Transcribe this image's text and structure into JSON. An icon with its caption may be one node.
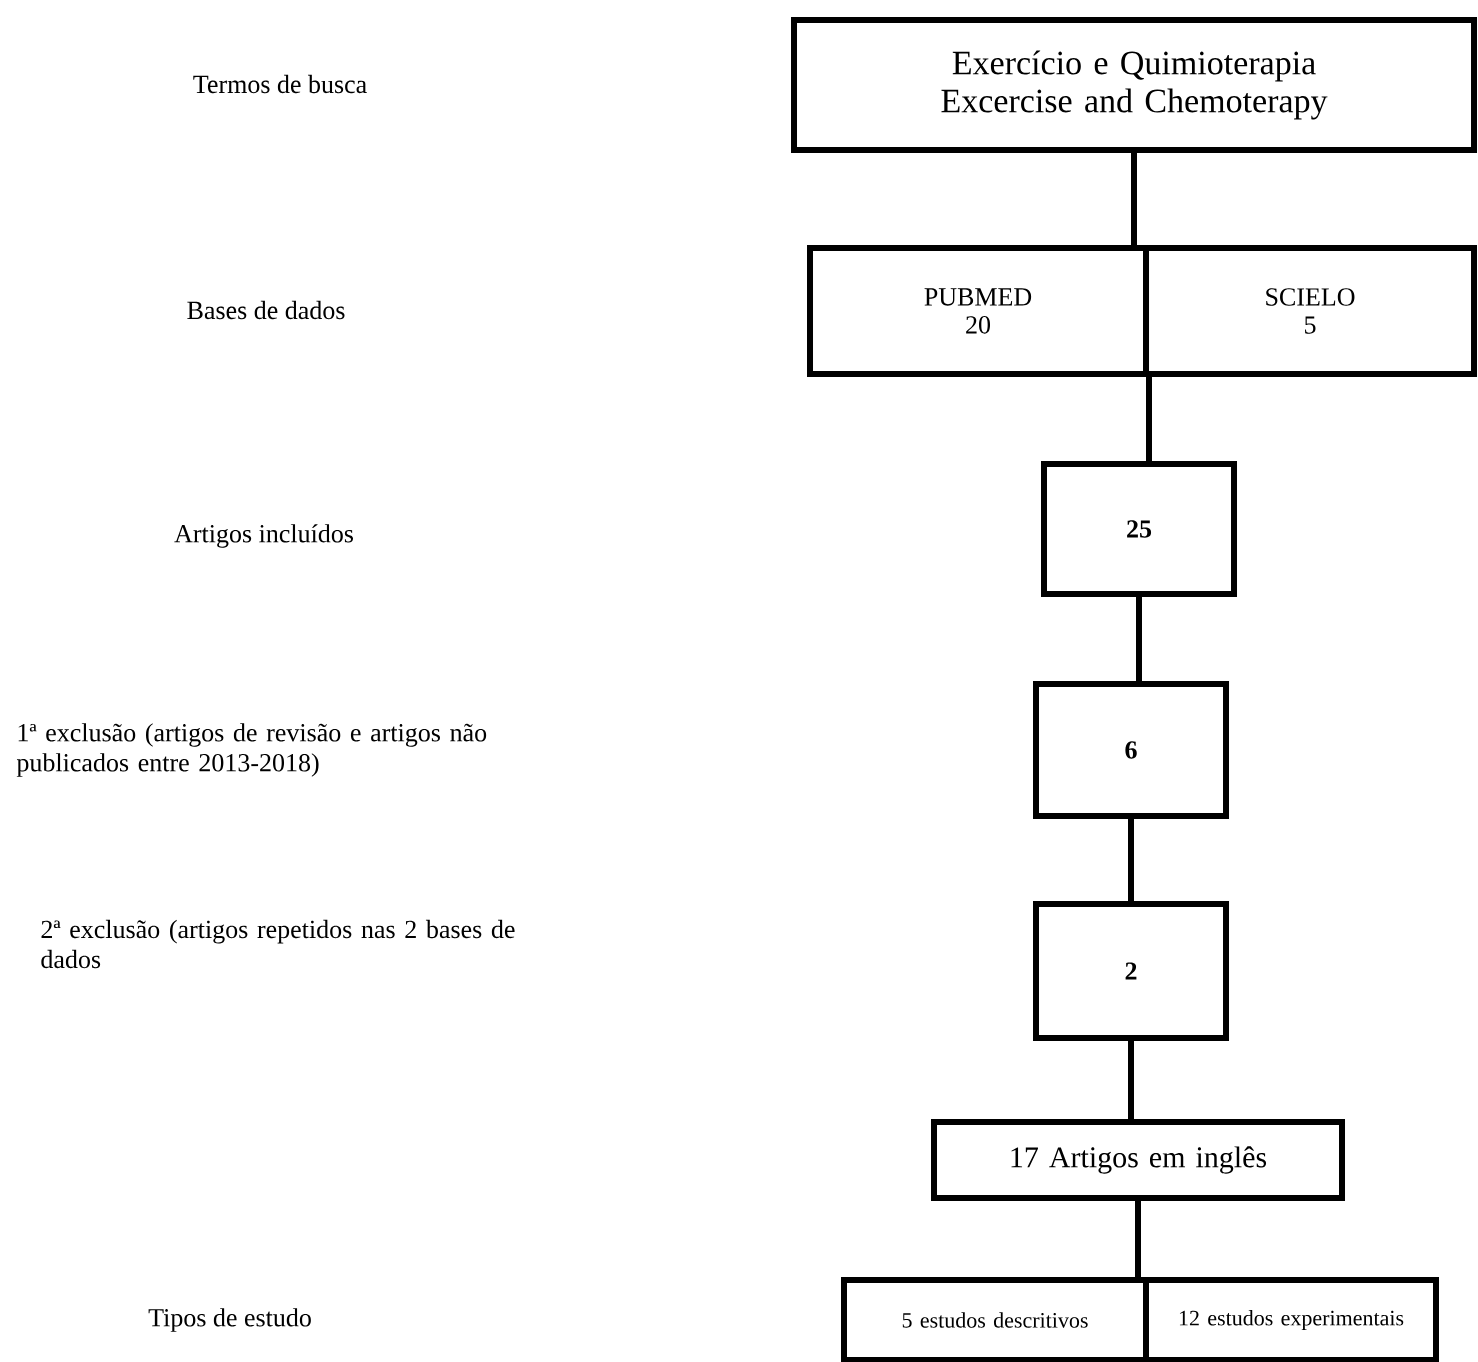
{
  "diagram": {
    "nodes": [
      {
        "text": [
          "Exercício e Quimioterapia Excercise and Chemoterapy"
        ]
      },
      {
        "text": [
          "PUBMED",
          "20"
        ]
      },
      {
        "text": [
          "SCIELO",
          "5"
        ]
      },
      {
        "text": [
          "25"
        ]
      },
      {
        "text": [
          "6"
        ]
      },
      {
        "text": [
          "2"
        ]
      },
      {
        "text": [
          "17  Artigos em inglês"
        ]
      },
      {
        "text": [
          "5 estudos descritivos"
        ]
      },
      {
        "text": [
          "12 estudos experimentais"
        ]
      }
    ],
    "edges": [
      {
        "from": 0,
        "to": 1,
        "arrow": "none"
      },
      {
        "from": 0,
        "to": 2,
        "arrow": "none"
      },
      {
        "from": 1,
        "to": 3,
        "arrow": "none"
      },
      {
        "from": 2,
        "to": 3,
        "arrow": "none"
      },
      {
        "from": 3,
        "to": 4,
        "arrow": "none"
      },
      {
        "from": 4,
        "to": 5,
        "arrow": "none"
      },
      {
        "from": 5,
        "to": 6,
        "arrow": "none"
      },
      {
        "from": 6,
        "to": 7,
        "arrow": "none"
      },
      {
        "from": 6,
        "to": 8,
        "arrow": "none"
      }
    ],
    "labels": [
      "Termos de busca",
      "Bases de dados",
      "Artigos incluídos",
      "1ª exclusão (artigos de revisão e artigos não publicados entre 2013-2018)",
      "2ª exclusão (artigos repetidos nas 2 bases de dados",
      "Tipos de estudo"
    ]
  }
}
